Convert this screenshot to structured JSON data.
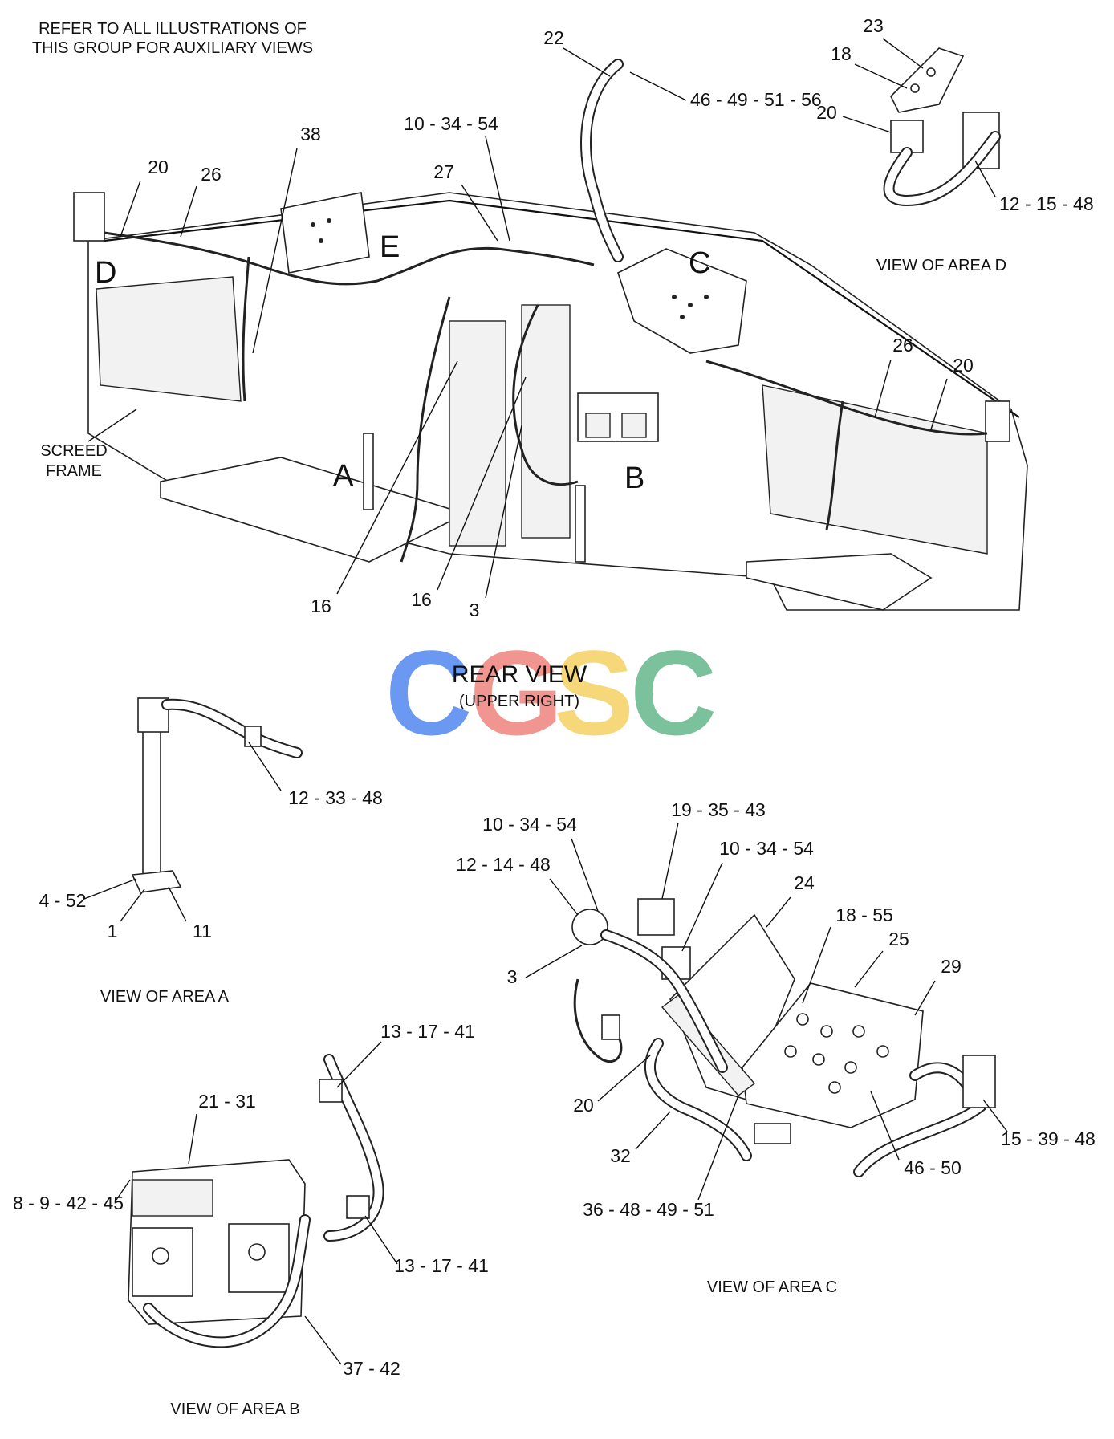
{
  "header_note": {
    "line1": "REFER TO ALL ILLUSTRATIONS OF",
    "line2": "THIS GROUP FOR AUXILIARY VIEWS"
  },
  "area_letters": {
    "a": "A",
    "b": "B",
    "c": "C",
    "d": "D",
    "e": "E"
  },
  "screed_frame": {
    "line1": "SCREED",
    "line2": "FRAME"
  },
  "rear_view": {
    "title": "REAR VIEW",
    "subtitle": "(UPPER RIGHT)"
  },
  "view_titles": {
    "area_a": "VIEW OF AREA A",
    "area_b": "VIEW OF AREA B",
    "area_c": "VIEW OF AREA C",
    "area_d": "VIEW OF AREA D"
  },
  "watermark": {
    "letters": [
      "C",
      "G",
      "S",
      "C"
    ],
    "colors": [
      "#5b8def",
      "#f08a84",
      "#f6d36b",
      "#6dbb91"
    ]
  },
  "callouts": {
    "main": {
      "c22": "22",
      "c46_49_51_56": "46 - 49 - 51 - 56",
      "c10_34_54": "10 - 34 - 54",
      "c38": "38",
      "c27": "27",
      "c20_left": "20",
      "c26_left": "26",
      "c26_right": "26",
      "c20_right": "20",
      "c16_a": "16",
      "c16_b": "16",
      "c3": "3"
    },
    "area_d": {
      "c23": "23",
      "c18": "18",
      "c20": "20",
      "c12_15_48": "12 - 15 - 48"
    },
    "area_a": {
      "c12_33_48": "12 - 33 - 48",
      "c4_52": "4 - 52",
      "c1": "1",
      "c11": "11"
    },
    "area_b": {
      "c13_17_41_top": "13 - 17 - 41",
      "c21_31": "21 - 31",
      "c8_9_42_45": "8 - 9 - 42 - 45",
      "c13_17_41_bottom": "13 - 17 - 41",
      "c37_42": "37 - 42"
    },
    "area_c": {
      "c19_35_43": "19 - 35 - 43",
      "c10_34_54_a": "10 - 34 - 54",
      "c10_34_54_b": "10 - 34 - 54",
      "c12_14_48": "12 - 14 - 48",
      "c24": "24",
      "c18_55": "18 - 55",
      "c25": "25",
      "c29": "29",
      "c3": "3",
      "c20": "20",
      "c32": "32",
      "c36_48_49_51": "36 - 48 - 49 - 51",
      "c46_50": "46 - 50",
      "c15_39_48": "15 - 39 - 48"
    }
  }
}
